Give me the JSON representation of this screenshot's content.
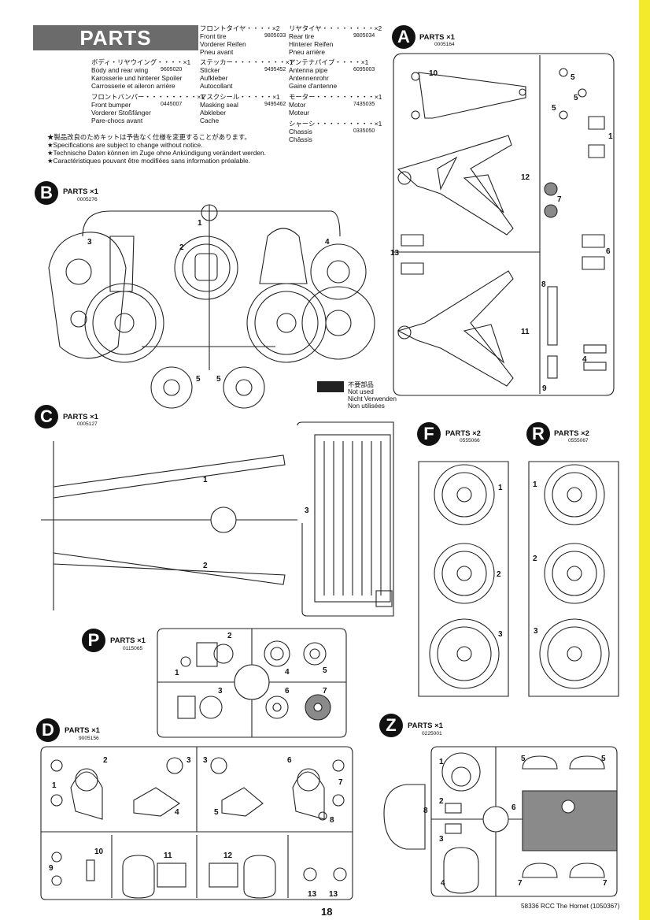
{
  "colors": {
    "accent_strip": "#f2ea2a",
    "title_bg": "#6b6b6b"
  },
  "header": {
    "title": "PARTS"
  },
  "items": [
    {
      "jp": "ボディ・リヤウイング・・・・×1",
      "lines": [
        "Body and rear wing",
        "Karosserie und hinterer Spoiler",
        "Carrosserie et aileron arrière"
      ],
      "code": "9605020"
    },
    {
      "jp": "フロントバンパー・・・・・・・・×1",
      "lines": [
        "Front bumper",
        "Vorderer Stoßfänger",
        "Pare-chocs avant"
      ],
      "code": "0445007"
    },
    {
      "jp": "フロントタイヤ・・・・×2",
      "lines": [
        "Front tire",
        "Vorderer Reifen",
        "Pneu avant"
      ],
      "code": "9805033"
    },
    {
      "jp": "ステッカー・・・・・・・・×1",
      "lines": [
        "Sticker",
        "Aufkleber",
        "Autocollant"
      ],
      "code": "9495452"
    },
    {
      "jp": "マスクシール・・・・・×1",
      "lines": [
        "Masking seal",
        "Abkleber",
        "Cache"
      ],
      "code": "9495462"
    },
    {
      "jp": "リヤタイヤ・・・・・・・・×2",
      "lines": [
        "Rear tire",
        "Hinterer Reifen",
        "Pneu arrière"
      ],
      "code": "9805034"
    },
    {
      "jp": "アンテナパイプ・・・・×1",
      "lines": [
        "Antenna pipe",
        "Antennenrohr",
        "Gaine d'antenne"
      ],
      "code": "6095003"
    },
    {
      "jp": "モーター・・・・・・・・・×1",
      "lines": [
        "Motor",
        "Moteur"
      ],
      "code": "7435035"
    },
    {
      "jp": "シャーシ・・・・・・・・・×1",
      "lines": [
        "Chassis",
        "Châssis"
      ],
      "code": "0335050"
    }
  ],
  "notes": [
    "★製品改良のためキットは予告なく仕様を変更することがあります。",
    "★Specifications are subject to change without notice.",
    "★Technische Daten können im Zuge ohne Ankündigung verändert werden.",
    "★Caractéristiques pouvant être modifiées sans information préalable."
  ],
  "sprues": {
    "A": {
      "letter": "A",
      "label": "PARTS ×1",
      "code": "0005164"
    },
    "B": {
      "letter": "B",
      "label": "PARTS ×1",
      "code": "0005276"
    },
    "C": {
      "letter": "C",
      "label": "PARTS ×1",
      "code": "0005127"
    },
    "F": {
      "letter": "F",
      "label": "PARTS ×2",
      "code": "0555066"
    },
    "R": {
      "letter": "R",
      "label": "PARTS ×2",
      "code": "0555067"
    },
    "P": {
      "letter": "P",
      "label": "PARTS ×1",
      "code": "0115065"
    },
    "D": {
      "letter": "D",
      "label": "PARTS ×1",
      "code": "9005156"
    },
    "Z": {
      "letter": "Z",
      "label": "PARTS ×1",
      "code": "0225001"
    }
  },
  "part_numbers": {
    "A": [
      "10",
      "5",
      "5",
      "5",
      "1",
      "12",
      "7",
      "13",
      "6",
      "8",
      "11",
      "4",
      "9"
    ],
    "B": [
      "1",
      "3",
      "2",
      "4",
      "5",
      "5"
    ],
    "C": [
      "1",
      "2",
      "3"
    ],
    "F": [
      "1",
      "2",
      "3"
    ],
    "R": [
      "1",
      "2",
      "3"
    ],
    "P": [
      "2",
      "1",
      "4",
      "5",
      "3",
      "6",
      "7"
    ],
    "D": [
      "2",
      "3",
      "3",
      "6",
      "1",
      "7",
      "4",
      "5",
      "8",
      "10",
      "11",
      "12",
      "9",
      "13",
      "13"
    ],
    "Z": [
      "5",
      "5",
      "1",
      "8",
      "2",
      "6",
      "3",
      "4",
      "7",
      "7"
    ]
  },
  "legend": {
    "lines": [
      "不要部品",
      "Not used",
      "Nicht Verwenden",
      "Non utilisées"
    ]
  },
  "footer": {
    "page": "18",
    "text": "58336 RCC The Hornet (1050367)"
  }
}
